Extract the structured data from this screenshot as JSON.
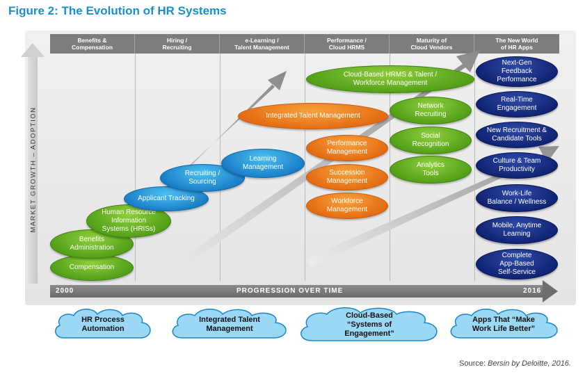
{
  "title": "Figure 2: The Evolution of HR Systems",
  "columns": [
    {
      "label": "Benefits &\nCompensation"
    },
    {
      "label": "Hiring /\nRecruiting"
    },
    {
      "label": "e-Learning /\nTalent Management"
    },
    {
      "label": "Performance /\nCloud HRMS"
    },
    {
      "label": "Maturity of\nCloud Vendors"
    },
    {
      "label": "The New World\nof HR Apps"
    }
  ],
  "y_axis_label": "MARKET GROWTH – ADOPTION",
  "x_axis": {
    "start": "2000",
    "label": "PROGRESSION OVER TIME",
    "end": "2016"
  },
  "stages": {
    "compensation": "Compensation",
    "benefits_admin": "Benefits\nAdministration",
    "hris": "Human Resource\nInformation\nSystems (HRISs)",
    "applicant_tracking": "Applicant Tracking",
    "recruiting_sourcing": "Recruiting /\nSourcing",
    "learning_management": "Learning\nManagement",
    "integrated_talent": "Integrated Talent Management",
    "cloud_hrms": "Cloud-Based HRMS & Talent /\nWorkforce Management",
    "performance_mgmt": "Performance\nManagement",
    "succession_mgmt": "Succession\nManagement",
    "workforce_mgmt": "Workforce\nManagement",
    "network_recruiting": "Network\nRecruiting",
    "social_recognition": "Social\nRecognition",
    "analytics_tools": "Analytics\nTools"
  },
  "hr_apps": [
    "Next-Gen\nFeedback\nPerformance",
    "Real-Time\nEngagement",
    "New Recruitment &\nCandidate Tools",
    "Culture & Team\nProductivity",
    "Work-Life\nBalance / Wellness",
    "Mobile, Anytime\nLearning",
    "Complete\nApp-Based\nSelf-Service"
  ],
  "clouds": [
    "HR Process\nAutomation",
    "Integrated Talent\nManagement",
    "Cloud-Based\n“Systems of\nEngagement”",
    "Apps That “Make\nWork Life Better”"
  ],
  "source_prefix": "Source:",
  "source_text": "Bersin by Deloitte, 2016."
}
